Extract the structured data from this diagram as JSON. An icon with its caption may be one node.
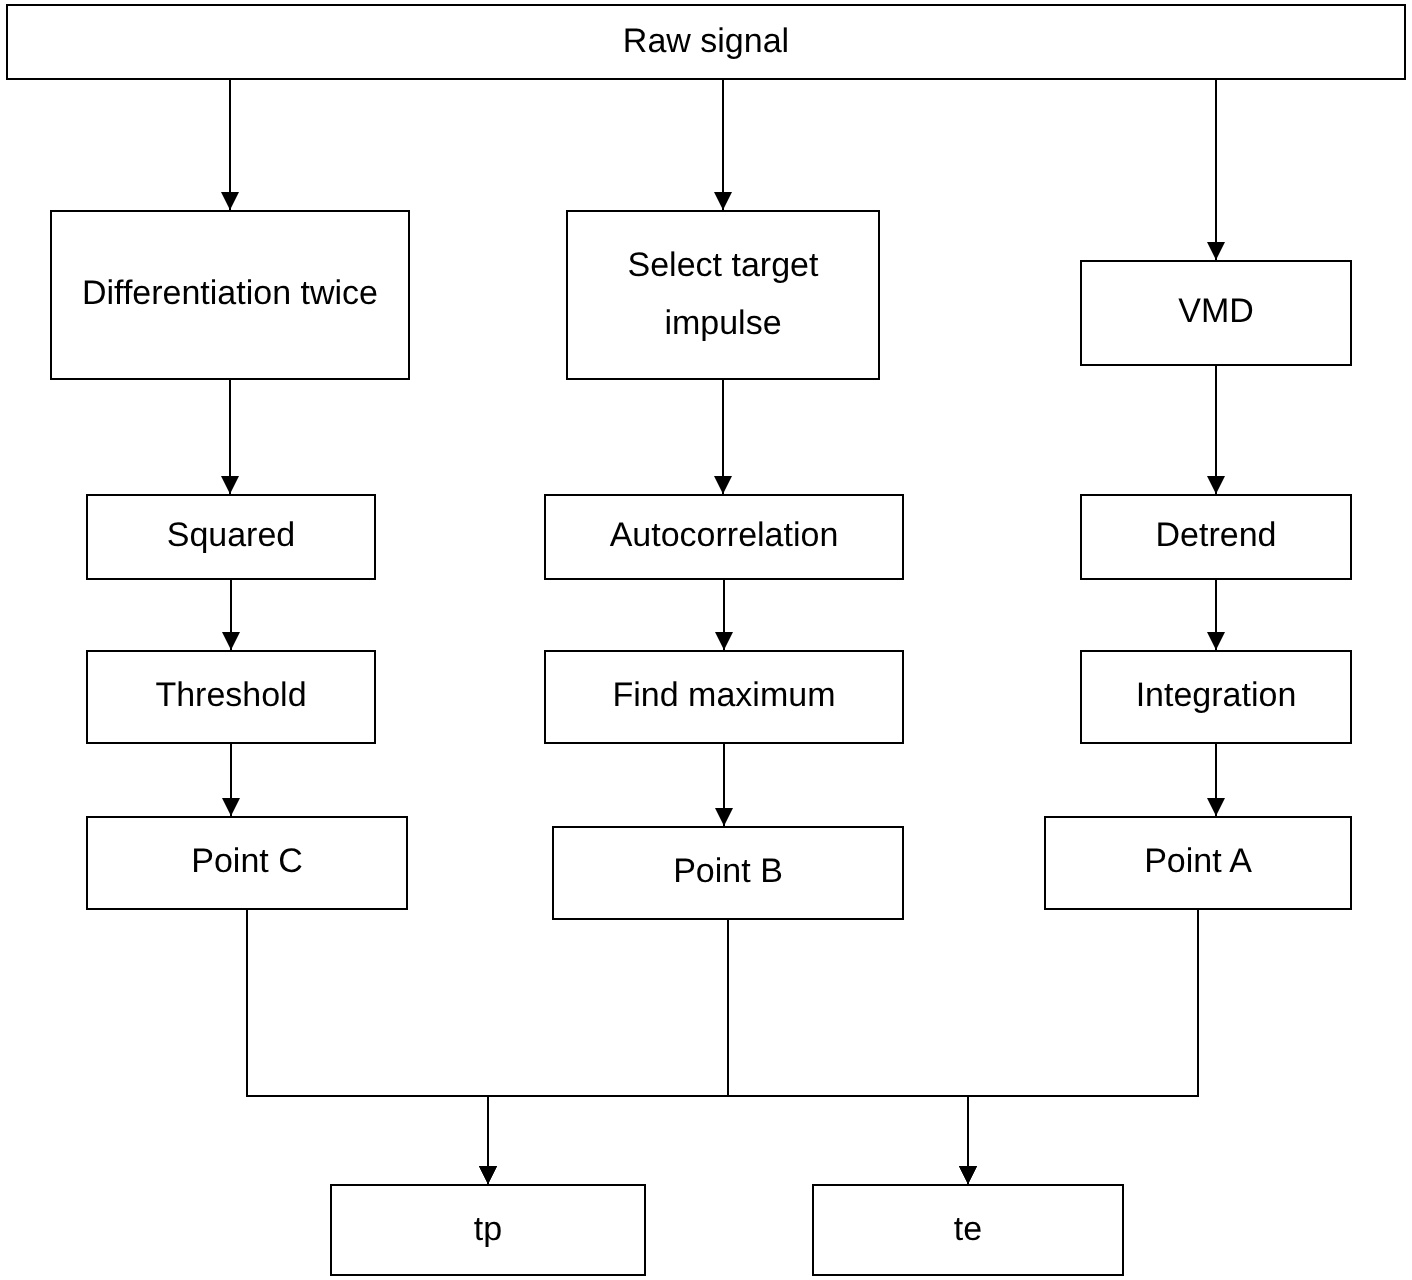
{
  "diagram": {
    "nodes": [
      {
        "text": [
          "Raw signal"
        ]
      },
      {
        "text": [
          "Differentiation twice"
        ]
      },
      {
        "text": [
          "Select target impulse"
        ]
      },
      {
        "text": [
          "VMD"
        ]
      },
      {
        "text": [
          "Squared"
        ]
      },
      {
        "text": [
          "Autocorrelation"
        ]
      },
      {
        "text": [
          "Detrend"
        ]
      },
      {
        "text": [
          "Threshold"
        ]
      },
      {
        "text": [
          "Find maximum"
        ]
      },
      {
        "text": [
          "Integration"
        ]
      },
      {
        "text": [
          "Point C"
        ]
      },
      {
        "text": [
          "Point B"
        ]
      },
      {
        "text": [
          "Point A"
        ]
      },
      {
        "text": [
          "tp"
        ]
      },
      {
        "text": [
          "te"
        ]
      }
    ],
    "edges": [
      {
        "from": 0,
        "to": 1,
        "arrow": "to"
      },
      {
        "from": 0,
        "to": 2,
        "arrow": "to"
      },
      {
        "from": 0,
        "to": 3,
        "arrow": "to"
      },
      {
        "from": 1,
        "to": 4,
        "arrow": "to"
      },
      {
        "from": 2,
        "to": 5,
        "arrow": "to"
      },
      {
        "from": 3,
        "to": 6,
        "arrow": "to"
      },
      {
        "from": 4,
        "to": 7,
        "arrow": "to"
      },
      {
        "from": 5,
        "to": 8,
        "arrow": "to"
      },
      {
        "from": 6,
        "to": 9,
        "arrow": "to"
      },
      {
        "from": 7,
        "to": 10,
        "arrow": "to"
      },
      {
        "from": 8,
        "to": 11,
        "arrow": "to"
      },
      {
        "from": 9,
        "to": 12,
        "arrow": "to"
      },
      {
        "from": 10,
        "to": 13,
        "arrow": "to"
      },
      {
        "from": 11,
        "to": 13,
        "arrow": "to"
      },
      {
        "from": 12,
        "to": 13,
        "arrow": "to"
      },
      {
        "from": 10,
        "to": 14,
        "arrow": "to"
      },
      {
        "from": 11,
        "to": 14,
        "arrow": "to"
      },
      {
        "from": 12,
        "to": 14,
        "arrow": "to"
      }
    ]
  }
}
